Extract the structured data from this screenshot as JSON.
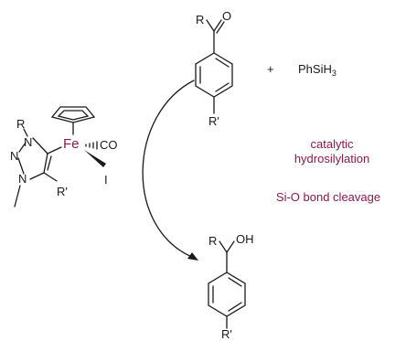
{
  "complex": {
    "metal": "Fe",
    "ligand_co": "CO",
    "ligand_i": "I",
    "triazole_n1": "N",
    "triazole_n2": "N",
    "triazole_n3": "N",
    "substituent_r": "R",
    "substituent_r_prime": "R'"
  },
  "substrate": {
    "r": "R",
    "o": "O",
    "r_prime": "R'"
  },
  "reagent": {
    "plus": "+",
    "silane_main": "PhSiH",
    "silane_sub": "3"
  },
  "captions": {
    "line1": "catalytic",
    "line2": "hydrosilylation",
    "line3": "Si-O bond cleavage"
  },
  "product": {
    "r": "R",
    "oh": "OH",
    "r_prime": "R'"
  },
  "colors": {
    "iron": "#8b1a4a",
    "caption": "#8b1a4a",
    "ink": "#1a1a1a"
  }
}
